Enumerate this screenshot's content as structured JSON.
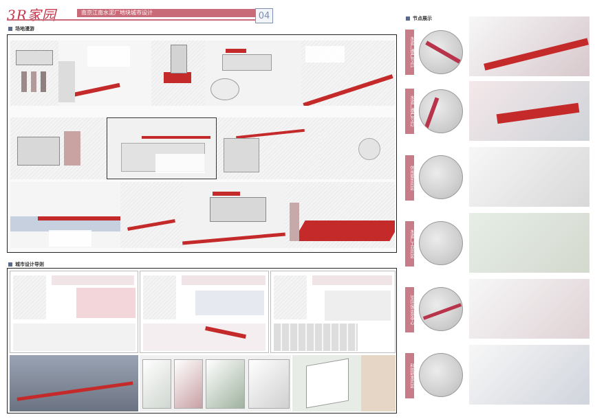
{
  "header": {
    "title": "3R家园",
    "subtitle": "南京江南水泥厂地块城市设计",
    "page_number": "04"
  },
  "sections": {
    "site_roaming": "场地漫游",
    "urban_design_guide": "城市设计导则",
    "node_display": "节点展示"
  },
  "node_labels": [
    "水泥厂遗产节点1",
    "水泥厂遗产节点2",
    "休闲娱乐片区",
    "水泥厂工业片区",
    "3R环保示范中心",
    "科技研发片区"
  ],
  "colors": {
    "accent_red": "#c52a2a",
    "title_red": "#c8344a",
    "label_pink": "#c77c88",
    "section_square": "#5a6a8a"
  }
}
